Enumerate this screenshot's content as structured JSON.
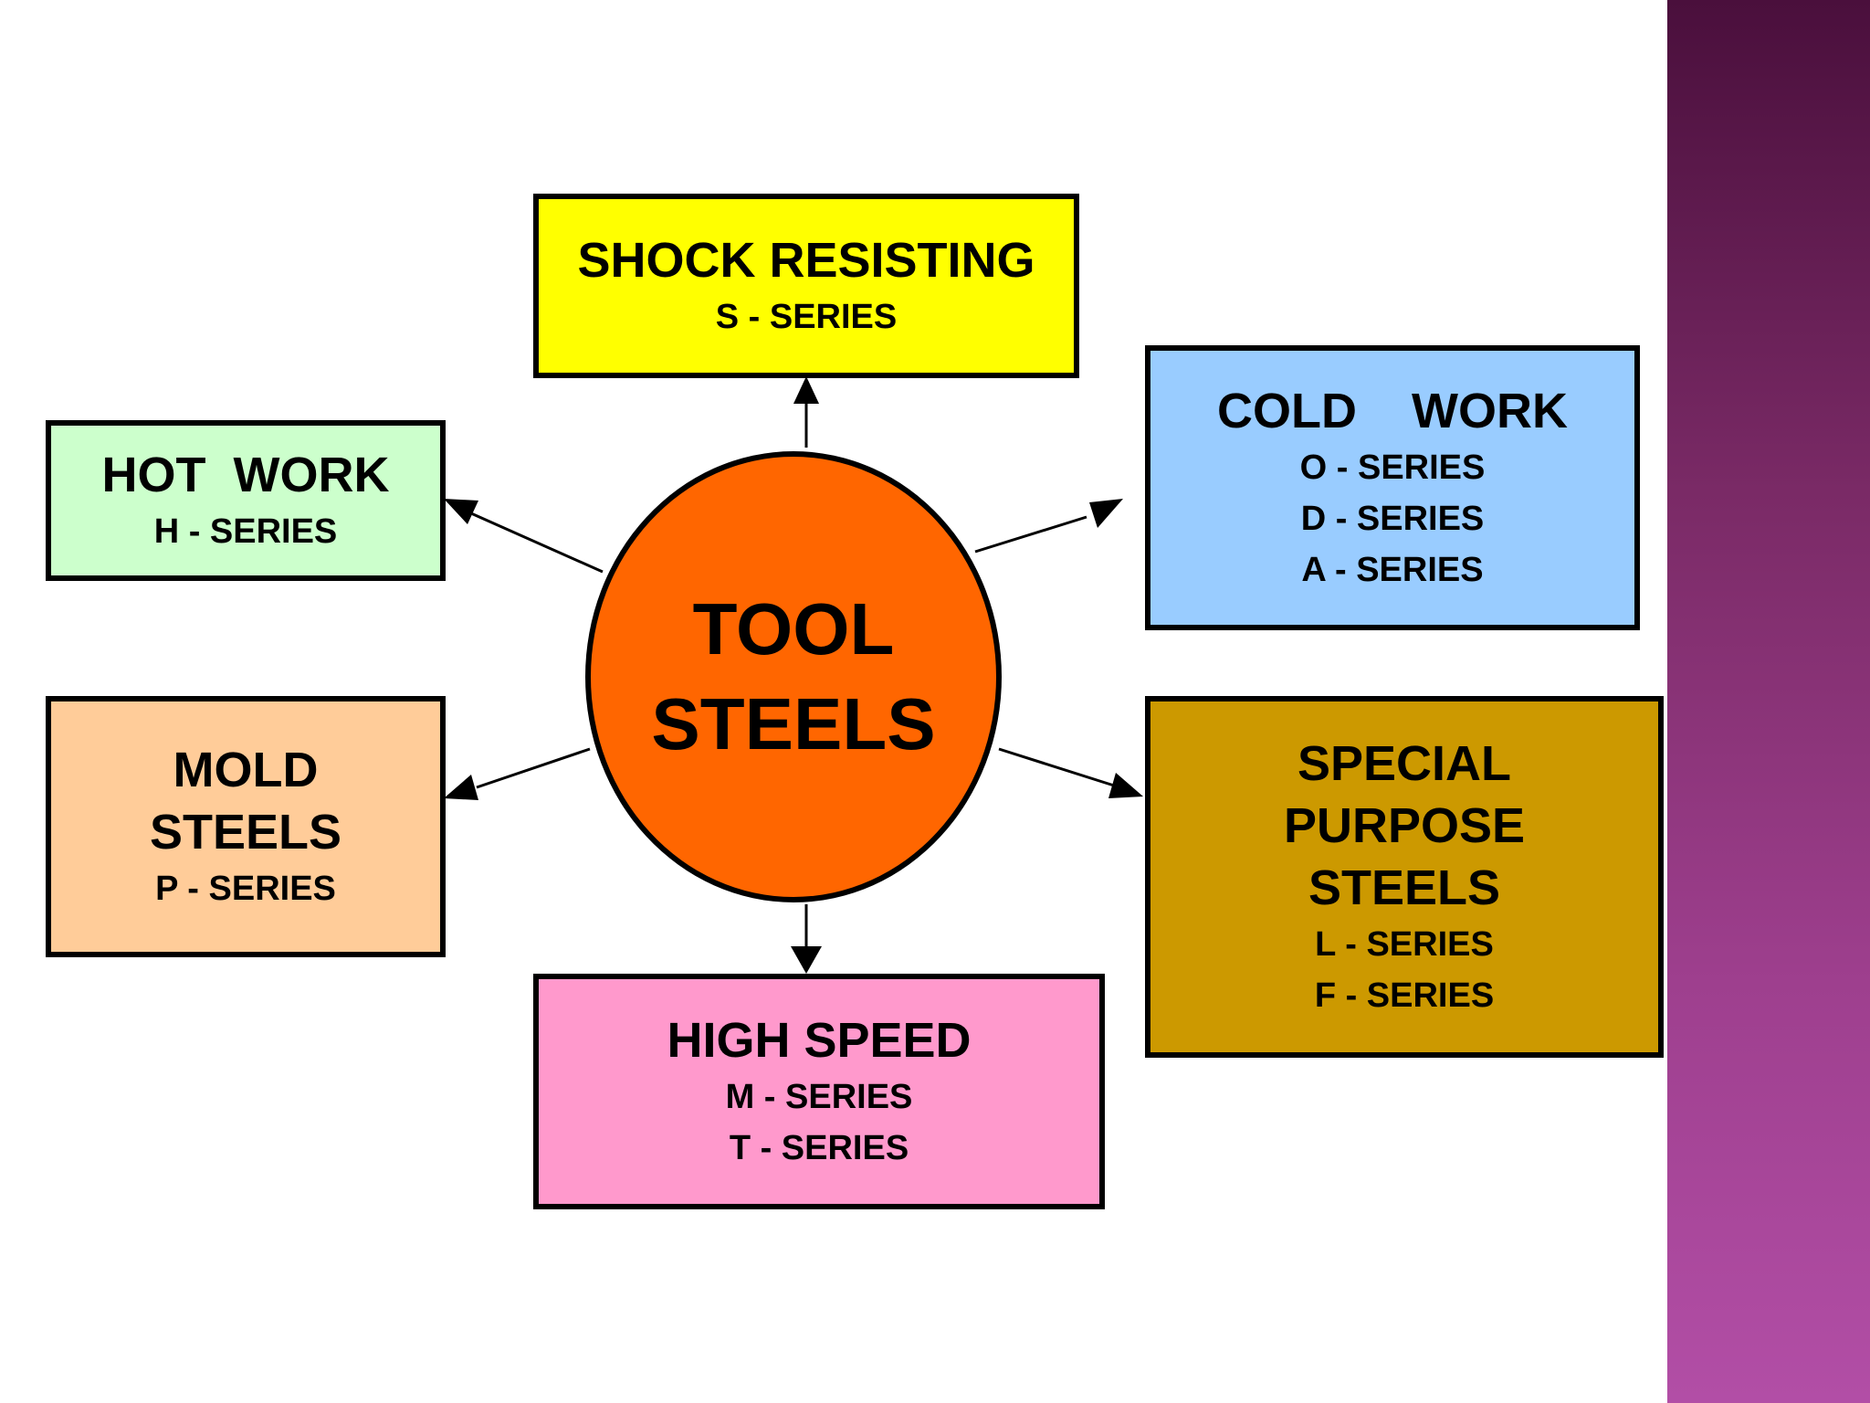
{
  "background": "#ffffff",
  "side_band_colors": [
    "#4a0f3c",
    "#b24ea6"
  ],
  "hub": {
    "lines": [
      "TOOL",
      "STEELS"
    ],
    "color": "#ff6600"
  },
  "categories": [
    {
      "id": "shock",
      "title": [
        "SHOCK RESISTING"
      ],
      "series": [
        "S - SERIES"
      ],
      "color": "#ffff00"
    },
    {
      "id": "cold",
      "title": [
        "COLD    WORK"
      ],
      "series": [
        "O - SERIES",
        "D - SERIES",
        "A - SERIES"
      ],
      "color": "#99ccff"
    },
    {
      "id": "hot",
      "title": [
        "HOT  WORK"
      ],
      "series": [
        "H - SERIES"
      ],
      "color": "#ccffcc"
    },
    {
      "id": "mold",
      "title": [
        "MOLD",
        "STEELS"
      ],
      "series": [
        "P - SERIES"
      ],
      "color": "#ffcc99"
    },
    {
      "id": "special",
      "title": [
        "SPECIAL",
        "PURPOSE",
        "STEELS"
      ],
      "series": [
        "L - SERIES",
        "F - SERIES"
      ],
      "color": "#cc9900"
    },
    {
      "id": "highspeed",
      "title": [
        "HIGH SPEED"
      ],
      "series": [
        "M - SERIES",
        "T - SERIES"
      ],
      "color": "#ff99cc"
    }
  ]
}
